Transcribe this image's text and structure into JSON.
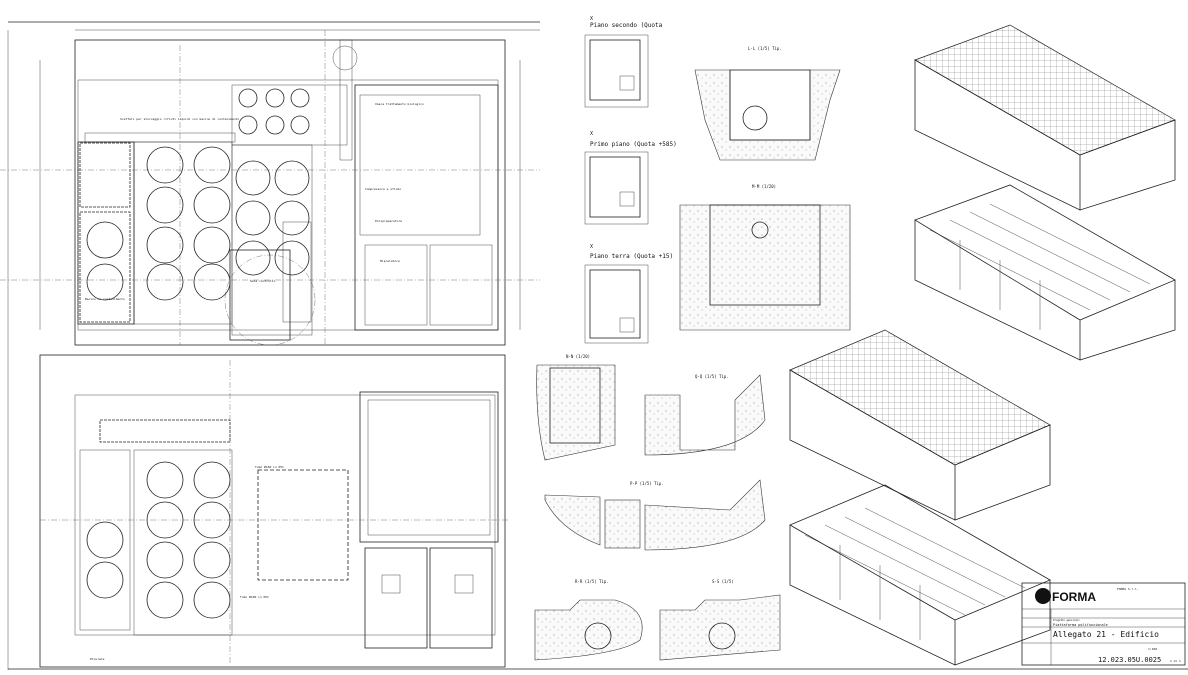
{
  "plans": {
    "top_plan_notes": [
      "Scaffali per stoccaggio rifiuti liquidi con bacino di contenimento",
      "Vasca trattamento biologico",
      "Compressore e sfiato",
      "Polipreparatore",
      "Sala controllo",
      "Miscelatore",
      "Bacino di contenimento"
    ],
    "bottom_plan_notes": [
      "Tubo Ø160 in PVC",
      "Tubo Ø100 in PVC",
      "Pluviale"
    ]
  },
  "sections": {
    "floor_x1": "X",
    "piano_secondo": "Piano secondo (Quota",
    "floor_x2": "X",
    "primo_piano": "Primo piano (Quota +585)",
    "floor_x3": "X",
    "piano_terra": "Piano terra (Quota +15)",
    "ll": "L-L (1/5) Tip.",
    "mm": "M-M (1/20)",
    "nn": "N-N (1/20)",
    "qq": "Q-Q (1/5) Tip.",
    "pp": "P-P (1/5) Tip.",
    "rr": "R-R (1/5) Tip.",
    "ss": "S-S (1/5)"
  },
  "title_block": {
    "logo": "FORMA",
    "company": "FORMA S.r.l.",
    "project_label": "Progetto generale:",
    "project": "Piattaforma polifunzionale",
    "title": "Allegato 21 - Edificio",
    "scale": "1:100",
    "drawing_code": "12.023.05U.0025",
    "sheet": "1 di 1"
  }
}
